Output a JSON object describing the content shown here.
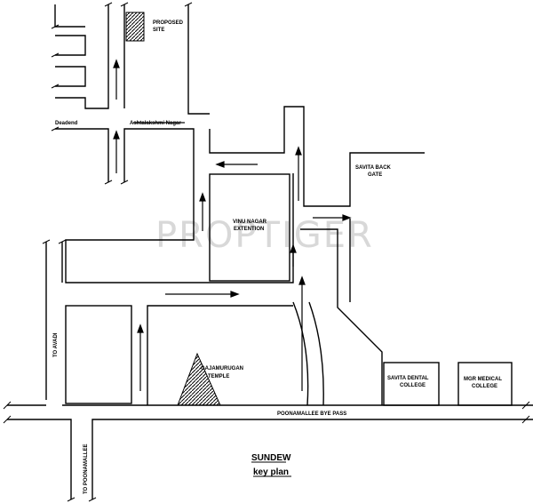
{
  "labels": {
    "proposed_site": [
      "PROPOSED",
      "SITE"
    ],
    "deadend": "Deadend",
    "ashtalakshmi_nagar": "Ashtalakshmi Nagar",
    "savita_back_gate": [
      "SAVITA BACK",
      "GATE"
    ],
    "vinu_nagar": [
      "VINU NAGAR",
      "EXTENTION"
    ],
    "watermark": "PROPTIGER",
    "to_avadi": "TO AVADI",
    "gajamurugan_temple": [
      "GAJAMURUGAN",
      "TEMPLE"
    ],
    "savita_dental": [
      "SAVITA DENTAL",
      "COLLEGE"
    ],
    "mgr_medical": [
      "MGR MEDICAL",
      "COLLEGE"
    ],
    "poonamallee_bye_pass": "POONAMALLEE BYE PASS",
    "to_poonamallee": "TO POONAMALLEE",
    "title": "SUNDEW",
    "subtitle": "key plan"
  }
}
